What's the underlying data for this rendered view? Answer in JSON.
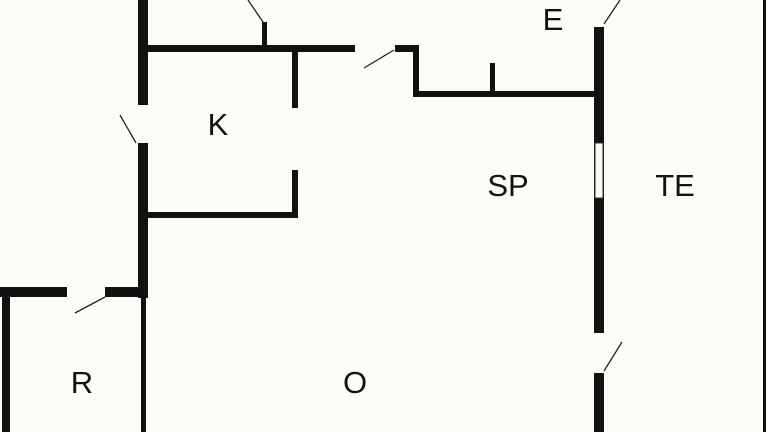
{
  "floorplan": {
    "rooms": [
      {
        "id": "e",
        "label": "E"
      },
      {
        "id": "k",
        "label": "K"
      },
      {
        "id": "sp",
        "label": "SP"
      },
      {
        "id": "te",
        "label": "TE"
      },
      {
        "id": "o",
        "label": "O"
      },
      {
        "id": "r",
        "label": "R"
      }
    ],
    "colors": {
      "background": "#fdfdf8",
      "wall": "#111111"
    }
  }
}
